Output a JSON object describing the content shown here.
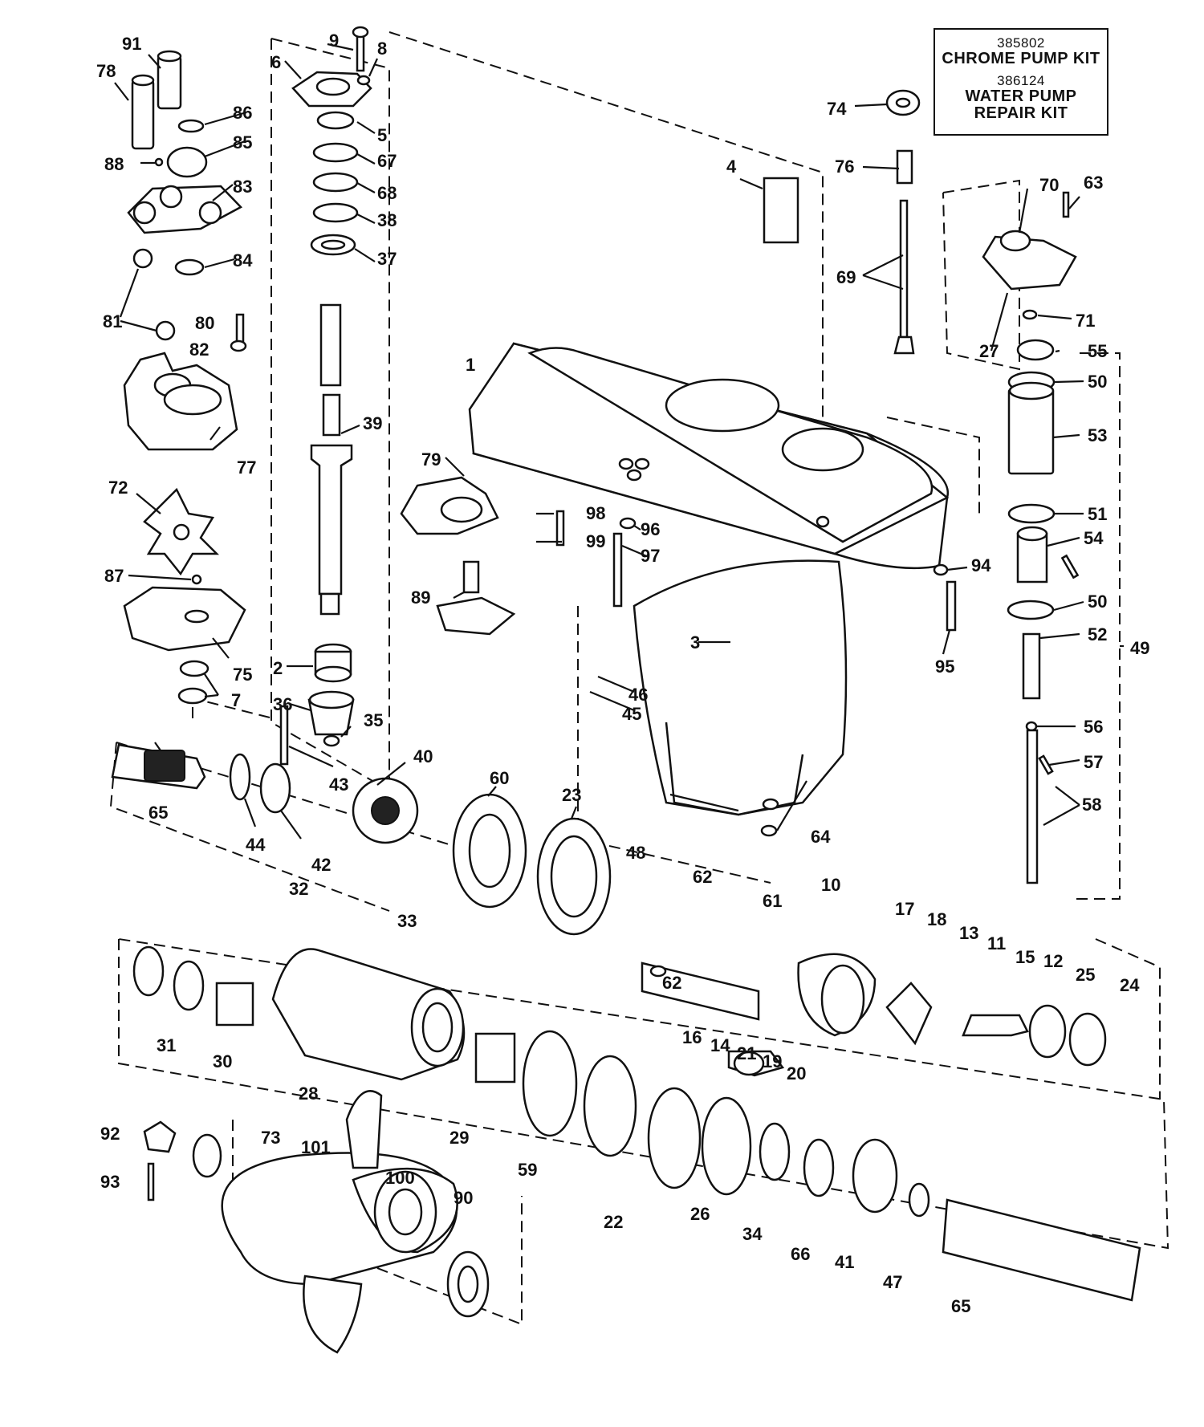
{
  "kit_box": {
    "kit1_number": "385802",
    "kit1_name": "CHROME PUMP KIT",
    "kit2_number": "386124",
    "kit2_name_line1": "WATER PUMP",
    "kit2_name_line2": "REPAIR KIT"
  },
  "callouts": [
    "1",
    "2",
    "3",
    "4",
    "5",
    "6",
    "7",
    "8",
    "9",
    "10",
    "11",
    "12",
    "13",
    "14",
    "15",
    "16",
    "17",
    "18",
    "19",
    "20",
    "21",
    "22",
    "23",
    "24",
    "25",
    "26",
    "27",
    "28",
    "29",
    "30",
    "31",
    "32",
    "33",
    "34",
    "35",
    "36",
    "37",
    "38",
    "39",
    "40",
    "41",
    "42",
    "43",
    "44",
    "45",
    "46",
    "47",
    "48",
    "49",
    "50",
    "51",
    "52",
    "53",
    "54",
    "55",
    "56",
    "57",
    "58",
    "59",
    "60",
    "61",
    "62",
    "63",
    "64",
    "65",
    "66",
    "67",
    "68",
    "69",
    "70",
    "71",
    "72",
    "73",
    "74",
    "75",
    "76",
    "77",
    "78",
    "79",
    "80",
    "81",
    "82",
    "83",
    "84",
    "85",
    "86",
    "87",
    "88",
    "89",
    "90",
    "91",
    "92",
    "93",
    "94",
    "95",
    "96",
    "97",
    "98",
    "99",
    "100",
    "101"
  ],
  "repeated_callouts": {
    "p50b": "50",
    "p62b": "62",
    "p65b": "65"
  }
}
